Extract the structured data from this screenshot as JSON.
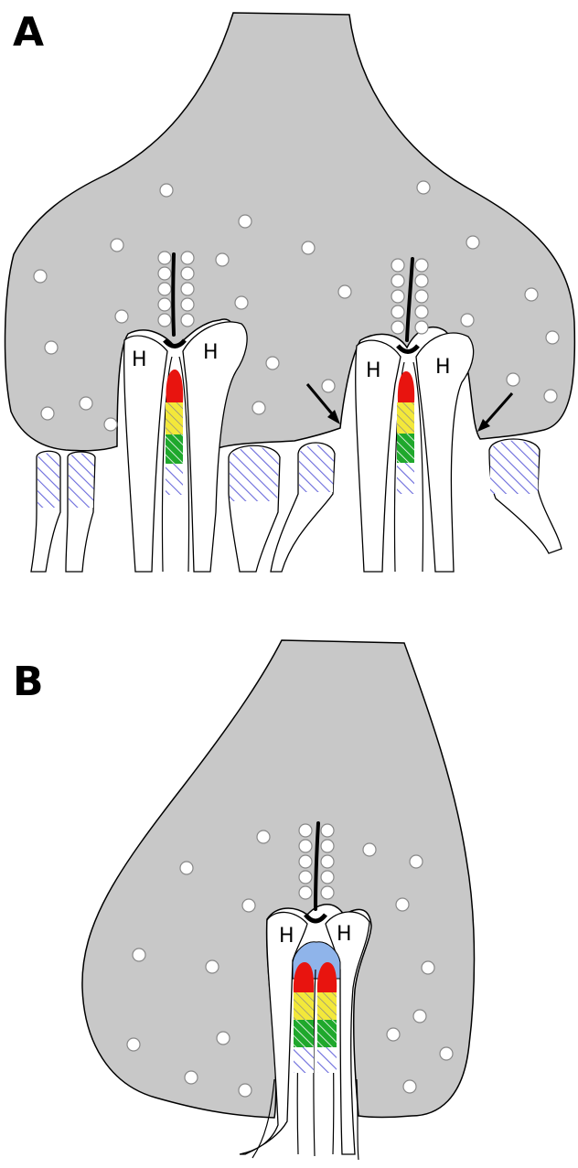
{
  "panels": [
    {
      "id": "A",
      "label": "A"
    },
    {
      "id": "B",
      "label": "B"
    }
  ],
  "horizontal_cell_label": "H",
  "colors": {
    "cytoplasm": "#c8c8c8",
    "outline": "#000000",
    "vesicle": "#ffffff",
    "red_zone": "#e8140f",
    "yellow_zone": "#f3e83a",
    "green_zone": "#1fa82c",
    "hatch_blue": "#6b6bdc",
    "blue_tip": "#8fb4ea"
  },
  "icons": [
    "synaptic-ribbon-icon",
    "arrow-icon"
  ]
}
